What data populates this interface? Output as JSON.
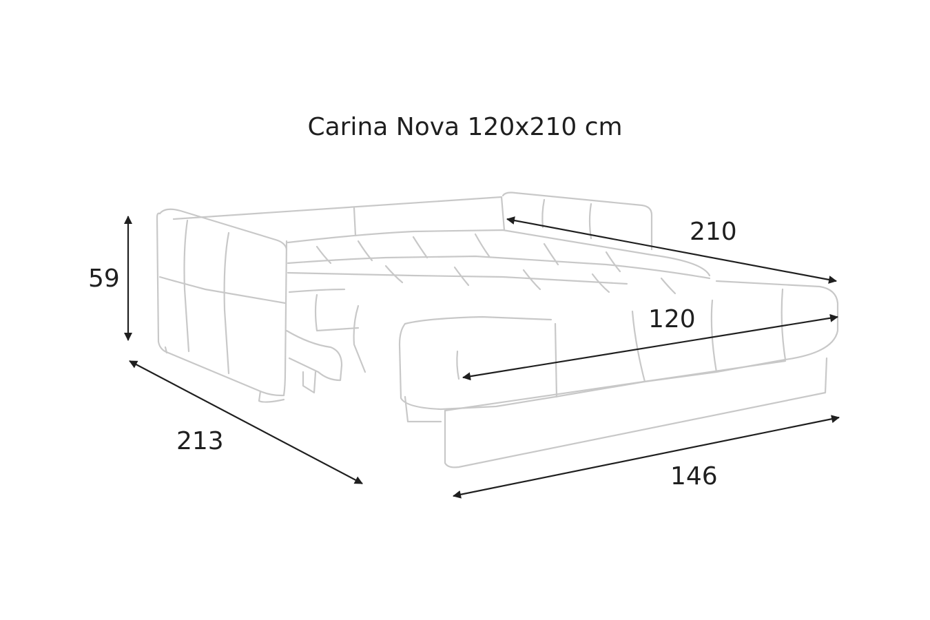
{
  "title": "Carina Nova 120x210 cm",
  "dimensions": {
    "length": "210",
    "width": "120",
    "height": "59",
    "depth": "213",
    "total_width": "146"
  },
  "colors": {
    "outline": "#c8c8c8",
    "arrow": "#1f1f1f",
    "text": "#1f1f1f"
  }
}
